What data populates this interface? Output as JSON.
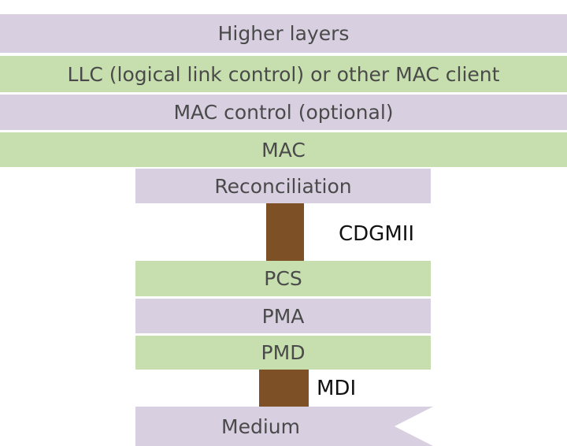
{
  "colors": {
    "purple": "#d8d0e1",
    "green": "#c7dfae",
    "brown": "#7d5025"
  },
  "layers": {
    "higher": "Higher layers",
    "llc": "LLC (logical link control) or other MAC client",
    "mac_control": "MAC control (optional)",
    "mac": "MAC",
    "reconciliation": "Reconciliation",
    "pcs": "PCS",
    "pma": "PMA",
    "pmd": "PMD",
    "medium": "Medium"
  },
  "interfaces": {
    "cdgmii": "CDGMII",
    "mdi": "MDI"
  }
}
